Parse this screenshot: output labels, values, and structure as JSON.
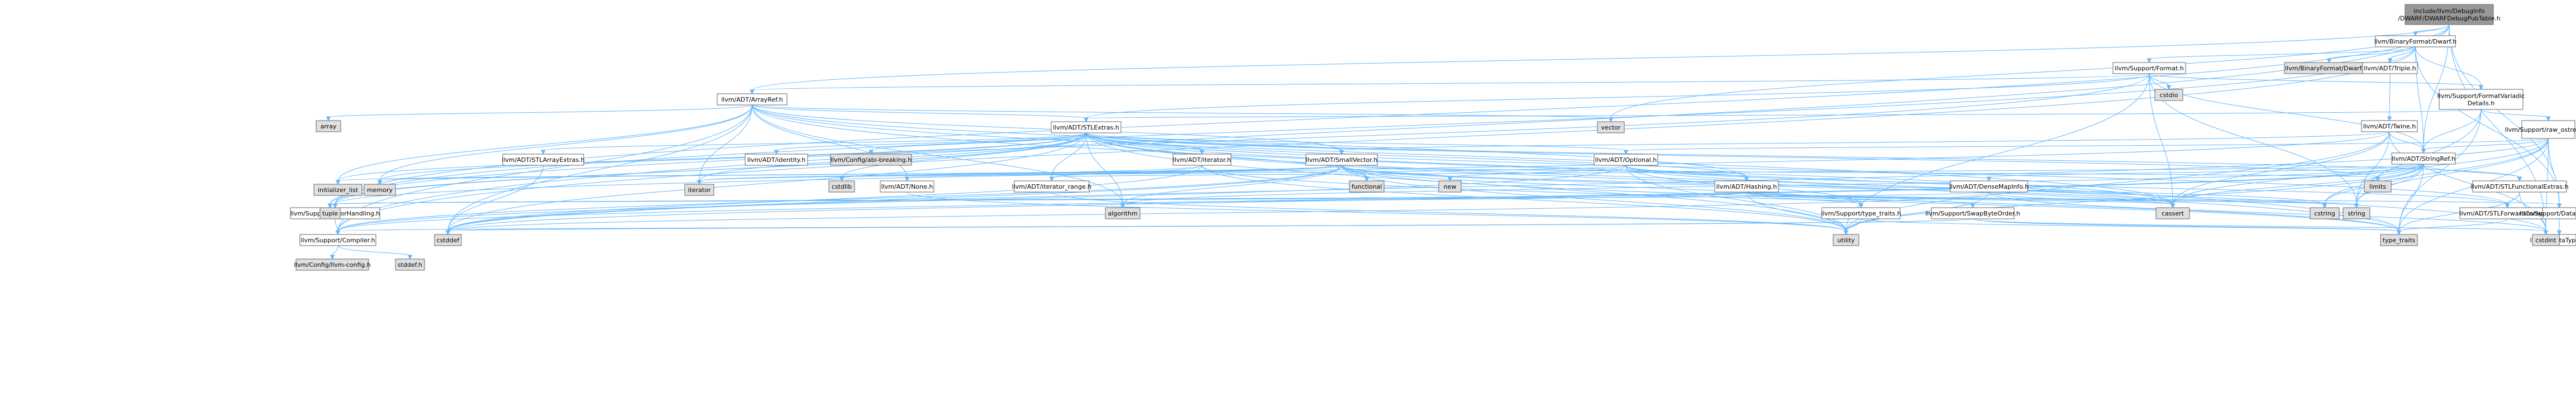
{
  "colors": {
    "root_fill": "#999999",
    "node_fill": "#ffffff",
    "system_fill": "#e0e0e0",
    "red_border": "#ff0000",
    "edge": "#63b8ff",
    "grey_border": "#999999"
  },
  "nodes": [
    {
      "id": "root",
      "label": [
        "include/llvm/DebugInfo",
        "/DWARF/DWARFDebugPubTable.h"
      ],
      "kind": "root"
    },
    {
      "id": "dwarf",
      "label": [
        "llvm/BinaryFormat/Dwarf.h"
      ],
      "kind": "normal"
    },
    {
      "id": "dwarfdef",
      "label": [
        "llvm/BinaryFormat/Dwarf.def"
      ],
      "kind": "system"
    },
    {
      "id": "format",
      "label": [
        "llvm/Support/Format.h"
      ],
      "kind": "normal"
    },
    {
      "id": "triple",
      "label": [
        "llvm/ADT/Triple.h"
      ],
      "kind": "red"
    },
    {
      "id": "fvd",
      "label": [
        "llvm/Support/FormatVariadic",
        "Details.h"
      ],
      "kind": "normal"
    },
    {
      "id": "cstdio",
      "label": [
        "cstdio"
      ],
      "kind": "system"
    },
    {
      "id": "arrayref",
      "label": [
        "llvm/ADT/ArrayRef.h"
      ],
      "kind": "normal"
    },
    {
      "id": "twine",
      "label": [
        "llvm/ADT/Twine.h"
      ],
      "kind": "normal"
    },
    {
      "id": "rawostream",
      "label": [
        "llvm/Support/raw_ostream.h"
      ],
      "kind": "red"
    },
    {
      "id": "array",
      "label": [
        "array"
      ],
      "kind": "system"
    },
    {
      "id": "stlextras",
      "label": [
        "llvm/ADT/STLExtras.h"
      ],
      "kind": "normal"
    },
    {
      "id": "vector",
      "label": [
        "vector"
      ],
      "kind": "system"
    },
    {
      "id": "stlarrayext",
      "label": [
        "llvm/ADT/STLArrayExtras.h"
      ],
      "kind": "normal"
    },
    {
      "id": "identity",
      "label": [
        "llvm/ADT/identity.h"
      ],
      "kind": "normal"
    },
    {
      "id": "abibreak",
      "label": [
        "llvm/Config/abi-breaking.h"
      ],
      "kind": "system"
    },
    {
      "id": "iterator",
      "label": [
        "llvm/ADT/iterator.h"
      ],
      "kind": "normal"
    },
    {
      "id": "smallvector",
      "label": [
        "llvm/ADT/SmallVector.h"
      ],
      "kind": "normal"
    },
    {
      "id": "optional",
      "label": [
        "llvm/ADT/Optional.h"
      ],
      "kind": "normal"
    },
    {
      "id": "stringref",
      "label": [
        "llvm/ADT/StringRef.h"
      ],
      "kind": "normal"
    },
    {
      "id": "densemapinfo",
      "label": [
        "llvm/ADT/DenseMapInfo.h"
      ],
      "kind": "normal"
    },
    {
      "id": "hashing",
      "label": [
        "llvm/ADT/Hashing.h"
      ],
      "kind": "normal"
    },
    {
      "id": "stlfunc",
      "label": [
        "llvm/ADT/STLFunctionalExtras.h"
      ],
      "kind": "normal"
    },
    {
      "id": "stlfwd",
      "label": [
        "llvm/ADT/STLForwardCompat.h"
      ],
      "kind": "normal"
    },
    {
      "id": "none",
      "label": [
        "llvm/ADT/None.h"
      ],
      "kind": "normal"
    },
    {
      "id": "iterrange",
      "label": [
        "llvm/ADT/iterator_range.h"
      ],
      "kind": "normal"
    },
    {
      "id": "initlist",
      "label": [
        "initializer_list"
      ],
      "kind": "system"
    },
    {
      "id": "memory",
      "label": [
        "memory"
      ],
      "kind": "system"
    },
    {
      "id": "iteratorstd",
      "label": [
        "iterator"
      ],
      "kind": "system"
    },
    {
      "id": "cstdlib",
      "label": [
        "cstdlib"
      ],
      "kind": "system"
    },
    {
      "id": "functional",
      "label": [
        "functional"
      ],
      "kind": "system"
    },
    {
      "id": "new",
      "label": [
        "new"
      ],
      "kind": "system"
    },
    {
      "id": "limits",
      "label": [
        "limits"
      ],
      "kind": "system"
    },
    {
      "id": "cassert",
      "label": [
        "cassert"
      ],
      "kind": "system"
    },
    {
      "id": "cstring",
      "label": [
        "cstring"
      ],
      "kind": "system"
    },
    {
      "id": "string",
      "label": [
        "string"
      ],
      "kind": "system"
    },
    {
      "id": "datatypes",
      "label": [
        "llvm/Support/DataTypes.h"
      ],
      "kind": "normal"
    },
    {
      "id": "cdatatypes",
      "label": [
        "llvm-c/DataTypes.h"
      ],
      "kind": "red"
    },
    {
      "id": "errhandling",
      "label": [
        "llvm/Support/ErrorHandling.h"
      ],
      "kind": "normal"
    },
    {
      "id": "tuple",
      "label": [
        "tuple"
      ],
      "kind": "system"
    },
    {
      "id": "algorithm",
      "label": [
        "algorithm"
      ],
      "kind": "system"
    },
    {
      "id": "typetraitssup",
      "label": [
        "llvm/Support/type_traits.h"
      ],
      "kind": "normal"
    },
    {
      "id": "swapbyte",
      "label": [
        "llvm/Support/SwapByteOrder.h"
      ],
      "kind": "red"
    },
    {
      "id": "compiler",
      "label": [
        "llvm/Support/Compiler.h"
      ],
      "kind": "normal"
    },
    {
      "id": "cstddef",
      "label": [
        "cstddef"
      ],
      "kind": "system"
    },
    {
      "id": "utility",
      "label": [
        "utility"
      ],
      "kind": "system"
    },
    {
      "id": "typetraits",
      "label": [
        "type_traits"
      ],
      "kind": "system"
    },
    {
      "id": "cstdint",
      "label": [
        "cstdint"
      ],
      "kind": "system"
    },
    {
      "id": "llvmconfig",
      "label": [
        "llvm/Config/llvm-config.h"
      ],
      "kind": "system"
    },
    {
      "id": "stddef",
      "label": [
        "stddef.h"
      ],
      "kind": "system"
    }
  ]
}
